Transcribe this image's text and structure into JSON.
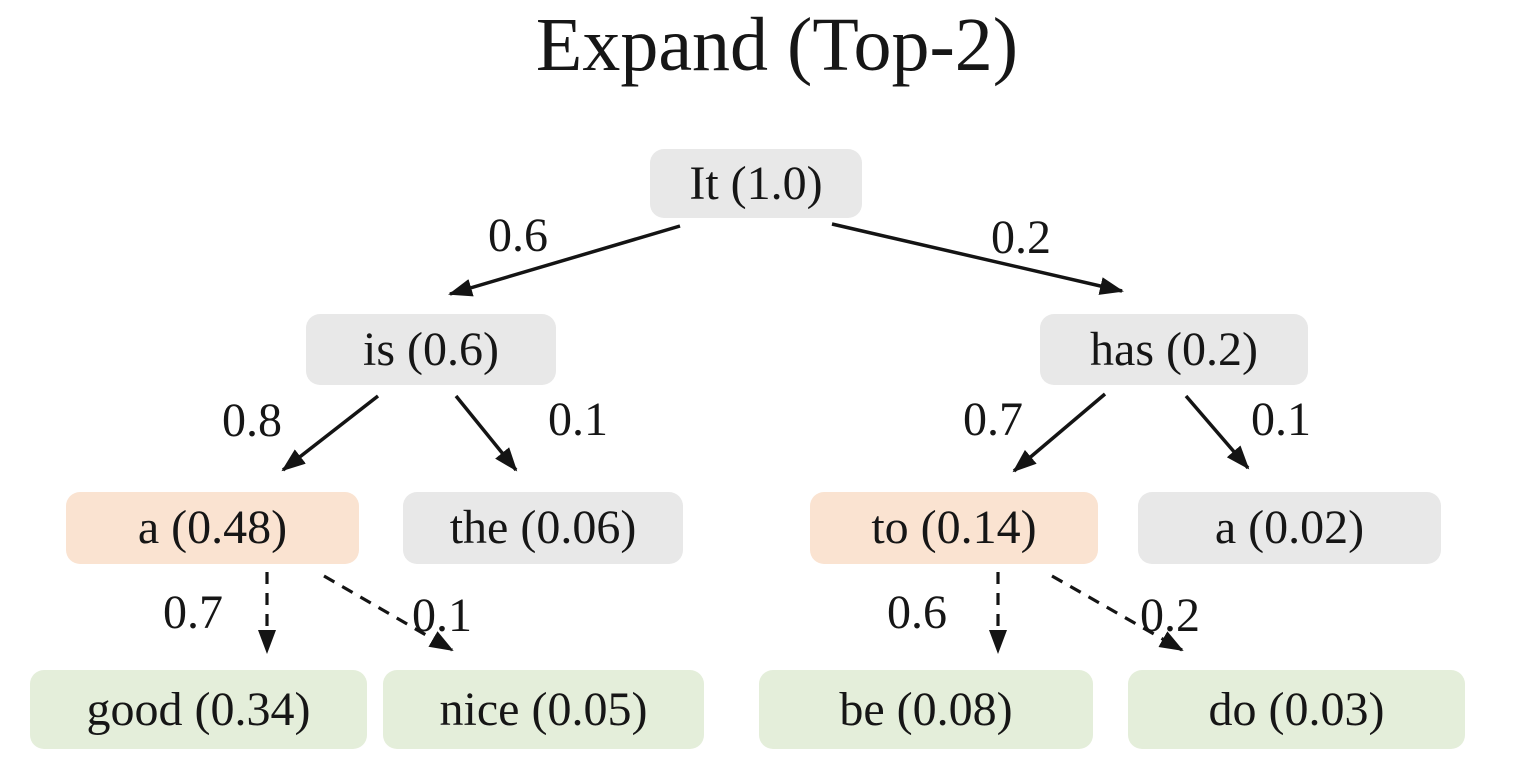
{
  "title": "Expand (Top-2)",
  "colors": {
    "node_gray": "#e8e8e8",
    "node_peach": "#fae3d1",
    "node_green": "#e4eeda",
    "arrow": "#141414"
  },
  "nodes": {
    "it": {
      "label": "It (1.0)",
      "color": "gray"
    },
    "is": {
      "label": "is (0.6)",
      "color": "gray"
    },
    "has": {
      "label": "has (0.2)",
      "color": "gray"
    },
    "a48": {
      "label": "a (0.48)",
      "color": "peach"
    },
    "the": {
      "label": "the (0.06)",
      "color": "gray"
    },
    "to": {
      "label": "to (0.14)",
      "color": "peach"
    },
    "a02": {
      "label": "a (0.02)",
      "color": "gray"
    },
    "good": {
      "label": "good (0.34)",
      "color": "green"
    },
    "nice": {
      "label": "nice (0.05)",
      "color": "green"
    },
    "be": {
      "label": "be (0.08)",
      "color": "green"
    },
    "do": {
      "label": "do (0.03)",
      "color": "green"
    }
  },
  "edges": {
    "it_is": {
      "from": "It (1.0)",
      "to": "is (0.6)",
      "label": "0.6",
      "style": "solid"
    },
    "it_has": {
      "from": "It (1.0)",
      "to": "has (0.2)",
      "label": "0.2",
      "style": "solid"
    },
    "is_a": {
      "from": "is (0.6)",
      "to": "a (0.48)",
      "label": "0.8",
      "style": "solid"
    },
    "is_the": {
      "from": "is (0.6)",
      "to": "the (0.06)",
      "label": "0.1",
      "style": "solid"
    },
    "has_to": {
      "from": "has (0.2)",
      "to": "to (0.14)",
      "label": "0.7",
      "style": "solid"
    },
    "has_a": {
      "from": "has (0.2)",
      "to": "a (0.02)",
      "label": "0.1",
      "style": "solid"
    },
    "a_good": {
      "from": "a (0.48)",
      "to": "good (0.34)",
      "label": "0.7",
      "style": "dashed"
    },
    "a_nice": {
      "from": "a (0.48)",
      "to": "nice (0.05)",
      "label": "0.1",
      "style": "dashed"
    },
    "to_be": {
      "from": "to (0.14)",
      "to": "be (0.08)",
      "label": "0.6",
      "style": "dashed"
    },
    "to_do": {
      "from": "to (0.14)",
      "to": "do (0.03)",
      "label": "0.2",
      "style": "dashed"
    }
  }
}
